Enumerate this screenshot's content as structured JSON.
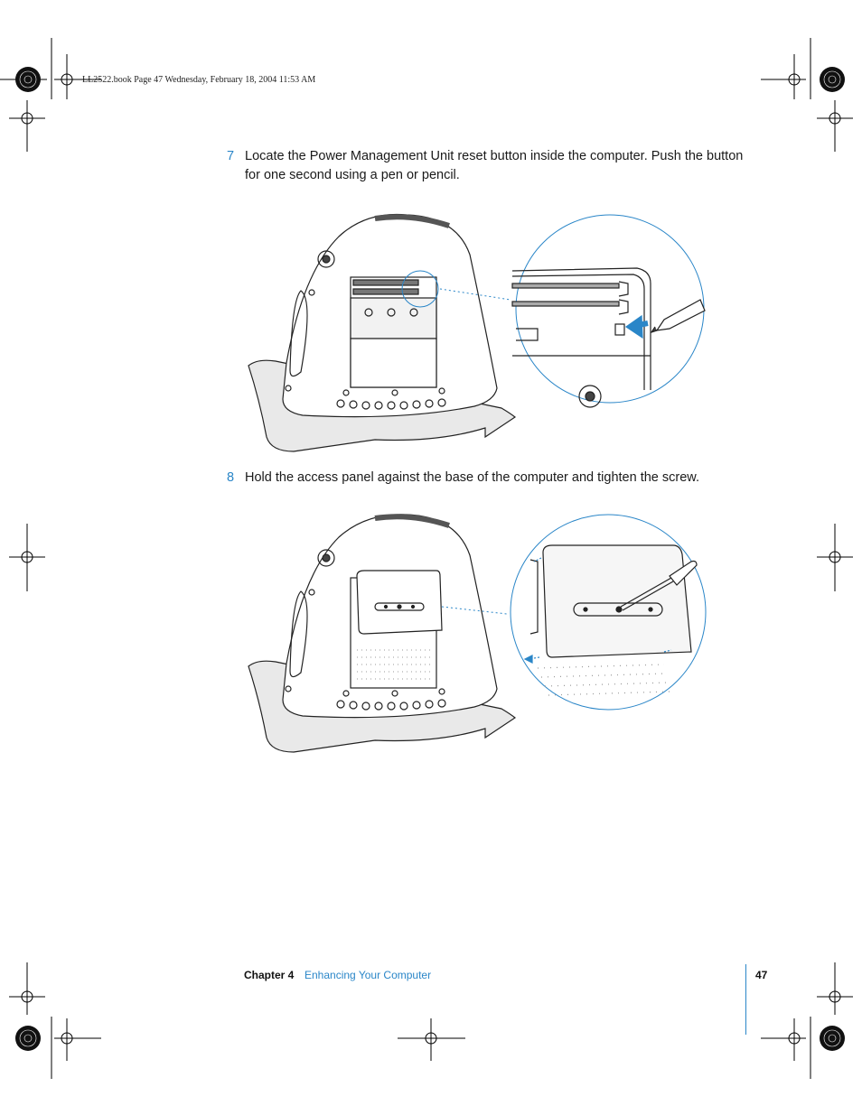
{
  "header": {
    "slug": "LL2522.book  Page 47  Wednesday, February 18, 2004  11:53 AM"
  },
  "steps": [
    {
      "number": "7",
      "text": "Locate the Power Management Unit reset button inside the computer. Push the button for one second using a pen or pencil."
    },
    {
      "number": "8",
      "text": "Hold the access panel against the base of the computer and tighten the screw."
    }
  ],
  "footer": {
    "chapter_label": "Chapter 4",
    "chapter_title": "Enhancing Your Computer",
    "page_number": "47"
  },
  "colors": {
    "accent": "#2a86c8",
    "text": "#1a1a1a"
  }
}
